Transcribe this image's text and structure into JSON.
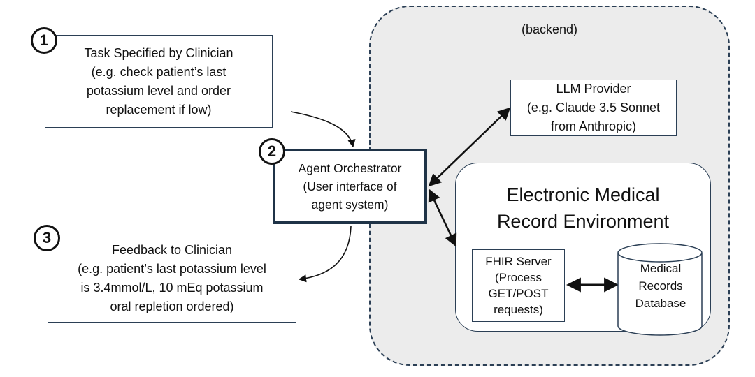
{
  "backend": {
    "label": "(backend)"
  },
  "steps": [
    "1",
    "2",
    "3"
  ],
  "task": {
    "text": "Task Specified by Clinician\n(e.g. check patient’s last\npotassium level and order\nreplacement if low)"
  },
  "orchestrator": {
    "text": "Agent Orchestrator\n(User interface of\nagent system)"
  },
  "feedback": {
    "text": "Feedback to Clinician\n(e.g. patient’s last potassium level\nis 3.4mmol/L, 10 mEq potassium\noral repletion ordered)"
  },
  "llm": {
    "text": "LLM Provider\n(e.g. Claude 3.5 Sonnet\nfrom Anthropic)"
  },
  "emr": {
    "title": "Electronic Medical\nRecord Environment",
    "fhir": "FHIR Server\n(Process\nGET/POST\nrequests)",
    "database": "Medical\nRecords\nDatabase"
  },
  "colors": {
    "border": "#2b3f55",
    "backend_fill": "#ececec",
    "arrow": "#111111"
  }
}
